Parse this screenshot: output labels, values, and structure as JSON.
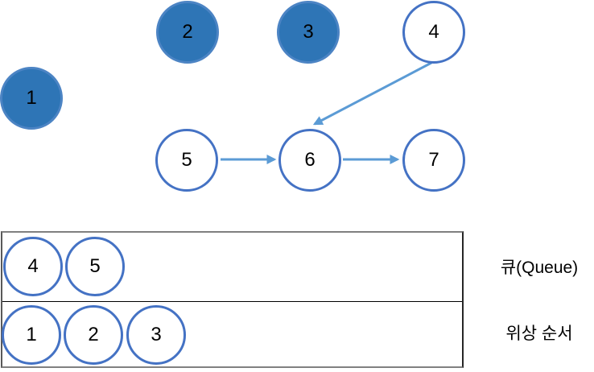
{
  "colors": {
    "node_fill": "#2E75B6",
    "node_filled_border": "#4C84C4",
    "node_outline": "#4472C4",
    "arrow": "#5B9BD5",
    "table_border": "#808080",
    "row_divider": "#000000",
    "text": "#000000"
  },
  "graph": {
    "nodes": [
      {
        "label": "1",
        "filled": true
      },
      {
        "label": "2",
        "filled": true
      },
      {
        "label": "3",
        "filled": true
      },
      {
        "label": "4",
        "filled": false
      },
      {
        "label": "5",
        "filled": false
      },
      {
        "label": "6",
        "filled": false
      },
      {
        "label": "7",
        "filled": false
      }
    ],
    "edges": [
      {
        "from": "4",
        "to": "6"
      },
      {
        "from": "5",
        "to": "6"
      },
      {
        "from": "6",
        "to": "7"
      }
    ]
  },
  "table": {
    "rows": [
      {
        "label": "큐(Queue)",
        "items": [
          "4",
          "5"
        ]
      },
      {
        "label": "위상 순서",
        "items": [
          "1",
          "2",
          "3"
        ]
      }
    ]
  }
}
